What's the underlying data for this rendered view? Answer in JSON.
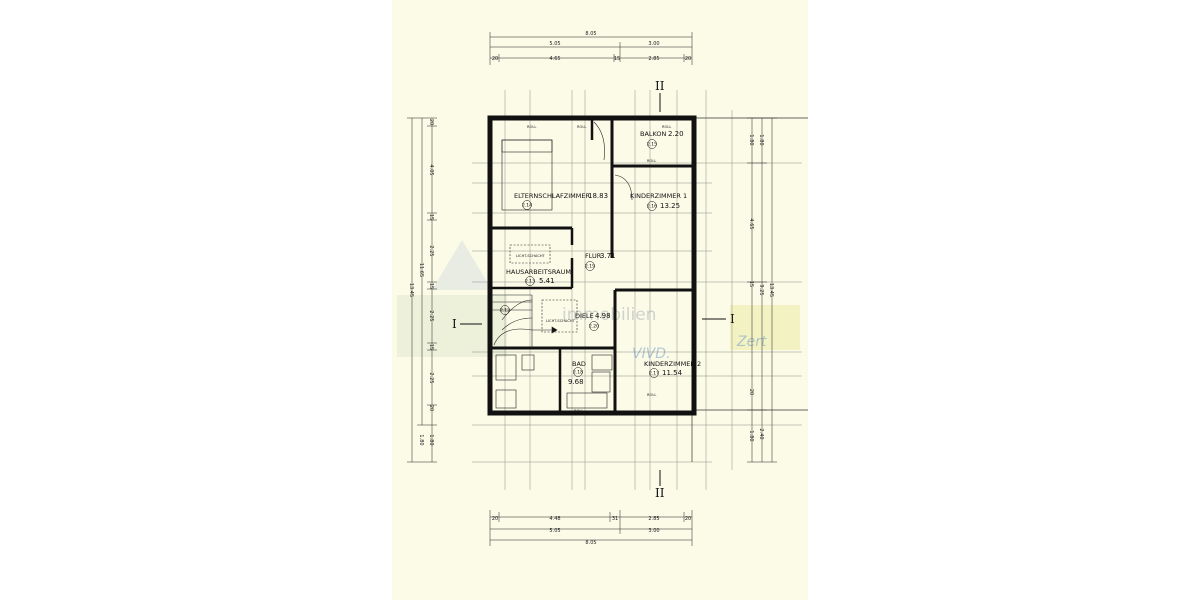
{
  "dimensions": {
    "top_total": "8.05",
    "top_left": "5.05",
    "top_right": "3.00",
    "top_row3": [
      "20",
      "4.65",
      "15",
      "2.85",
      "20"
    ],
    "bottom_row1": [
      "20",
      "4.48",
      "31",
      "2.85",
      "20"
    ],
    "bottom_mid_left": "5.05",
    "bottom_mid_right": "3.00",
    "bottom_total": "8.05",
    "left_outer": "13.45",
    "left_inner": "11.65",
    "left_segments": [
      "20",
      "4.05",
      "15",
      "2.25",
      "15",
      "2.25",
      "15",
      "2.25",
      "20",
      "1.80"
    ],
    "right_outer": "13.45",
    "right_inner": "9.25",
    "right_segments": [
      "1.80",
      "4.65",
      "15",
      "20"
    ],
    "right_extra": [
      "1.80",
      "2.40",
      "1.80"
    ]
  },
  "rooms": [
    {
      "name": "ELTERNSCHLAFZIMMER",
      "area": "18.83",
      "number": "2.14"
    },
    {
      "name": "BALKON",
      "area": "2.20",
      "number": "2.15"
    },
    {
      "name": "KINDERZIMMER 1",
      "area": "13.25",
      "number": "2.16"
    },
    {
      "name": "FLUR",
      "area": "3.71",
      "number": "2.19"
    },
    {
      "name": "HAUSARBEITSRAUM",
      "area": "5.41",
      "number": "2.13"
    },
    {
      "name": "DIELE",
      "area": "4.98",
      "number": "2.20"
    },
    {
      "name": "BAD",
      "area": "9.68",
      "number": "2.18"
    },
    {
      "name": "KINDERZIMMER 2",
      "area": "11.54",
      "number": "2.17"
    }
  ],
  "stair_number": "2.12",
  "labels": {
    "licht_schacht": "LICHT-SCHACHT",
    "roll": "ROLL",
    "section_left": "I",
    "section_right": "I",
    "section_top": "II",
    "section_bottom": "II"
  },
  "watermark": {
    "text1": "immobilien",
    "text2": "VIVD.",
    "text3": "Zert"
  }
}
